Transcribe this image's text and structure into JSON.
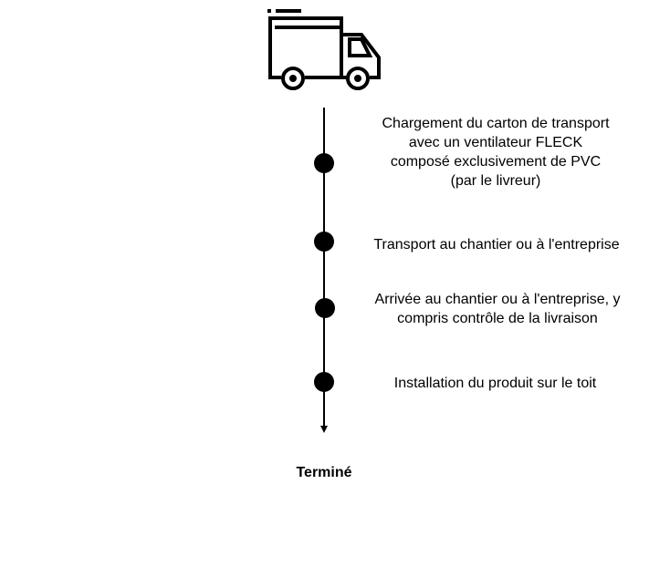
{
  "steps": [
    {
      "label": "Chargement du carton de transport avec un ventilateur FLECK composé exclusivement de PVC (par le livreur)"
    },
    {
      "label": "Transport au chantier ou à l'entreprise"
    },
    {
      "label": "Arrivée au chantier ou à l'entreprise, y compris contrôle de la livraison"
    },
    {
      "label": "Installation du produit sur le toit"
    }
  ],
  "end_label": "Terminé"
}
